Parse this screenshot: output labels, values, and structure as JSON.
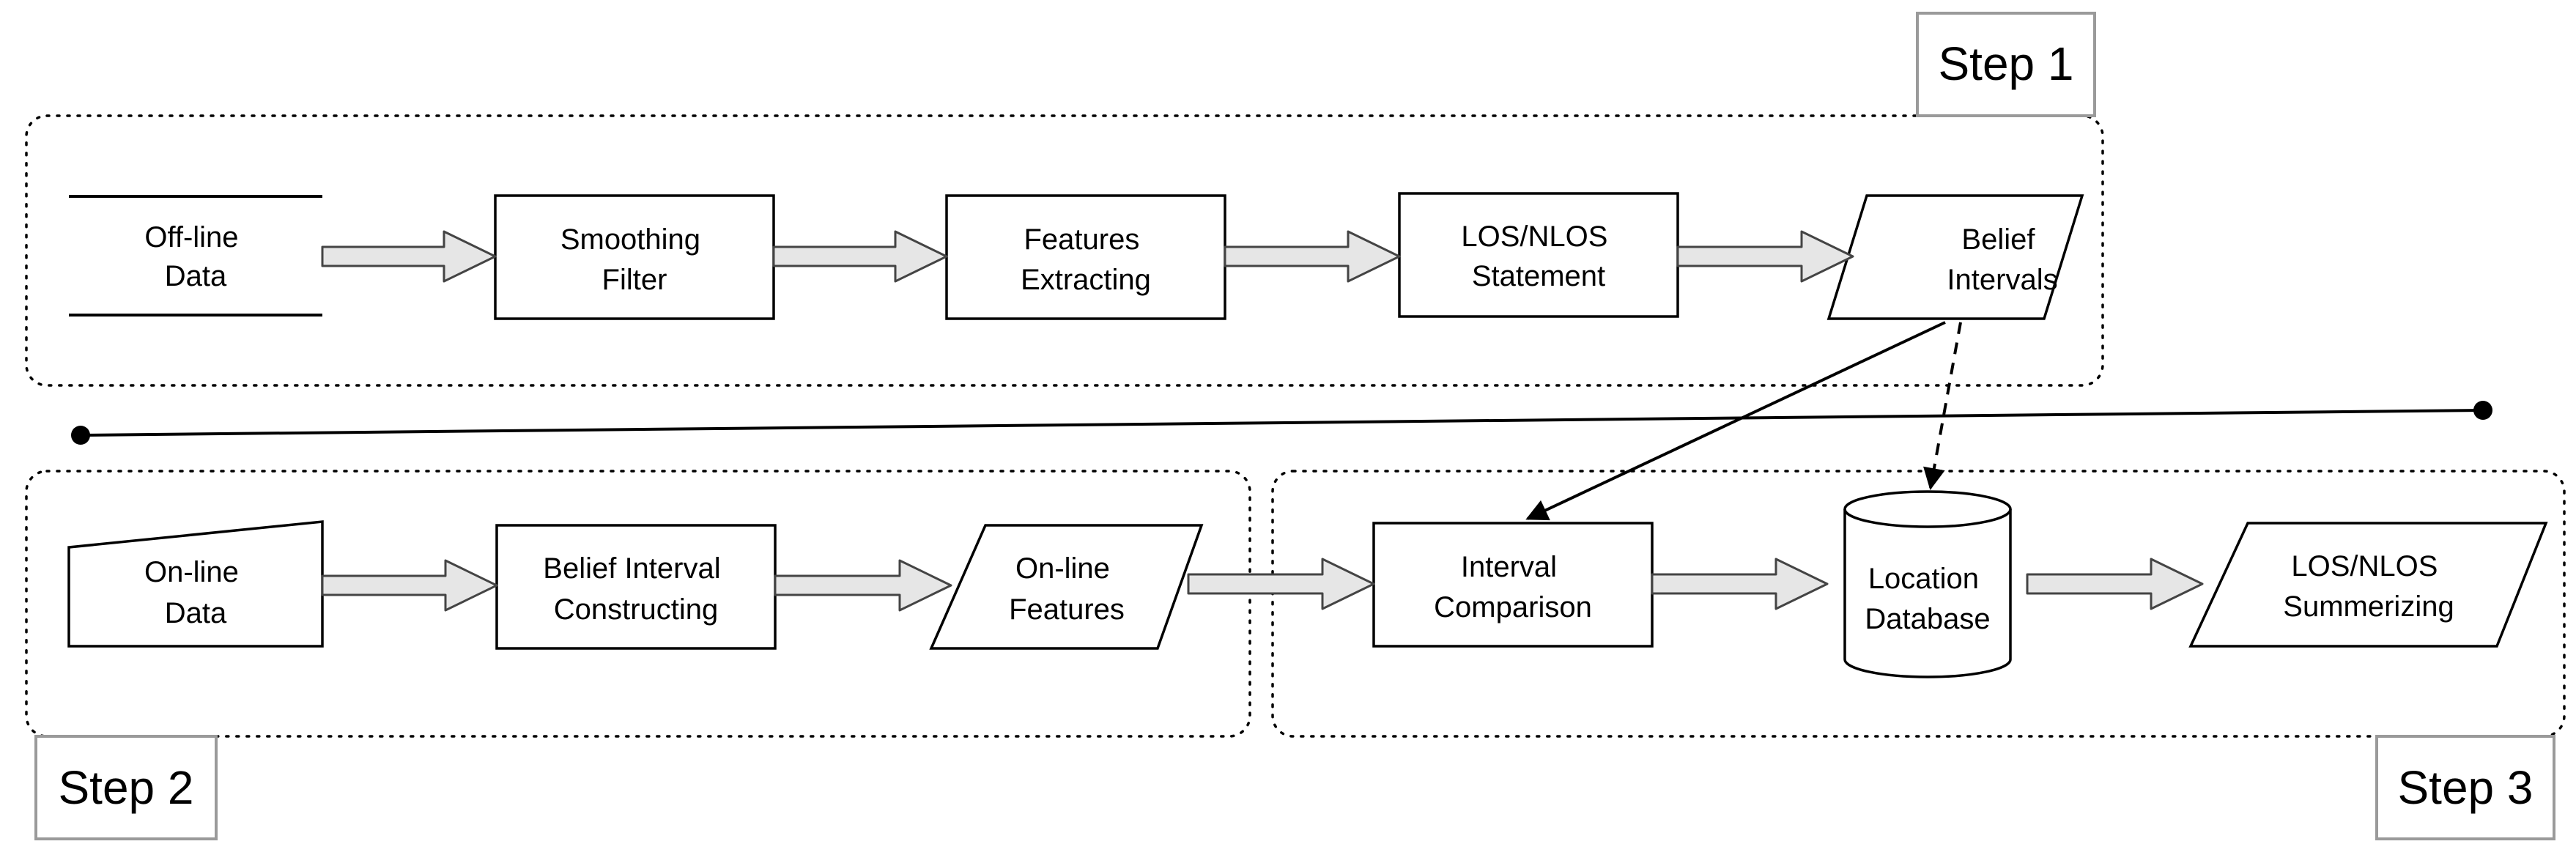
{
  "steps": {
    "step1": "Step 1",
    "step2": "Step 2",
    "step3": "Step 3"
  },
  "nodes": {
    "offline_data": {
      "line1": "Off-line",
      "line2": "Data"
    },
    "smoothing_filter": {
      "line1": "Smoothing",
      "line2": "Filter"
    },
    "features_extracting": {
      "line1": "Features",
      "line2": "Extracting"
    },
    "los_nlos_statement": {
      "line1": "LOS/NLOS",
      "line2": "Statement"
    },
    "belief_intervals": {
      "line1": "Belief",
      "line2": "Intervals"
    },
    "online_data": {
      "line1": "On-line",
      "line2": "Data"
    },
    "belief_interval_constructing": {
      "line1": "Belief Interval",
      "line2": "Constructing"
    },
    "online_features": {
      "line1": "On-line",
      "line2": "Features"
    },
    "interval_comparison": {
      "line1": "Interval",
      "line2": "Comparison"
    },
    "location_database": {
      "line1": "Location",
      "line2": "Database"
    },
    "los_nlos_summerizing": {
      "line1": "LOS/NLOS",
      "line2": "Summerizing"
    }
  }
}
